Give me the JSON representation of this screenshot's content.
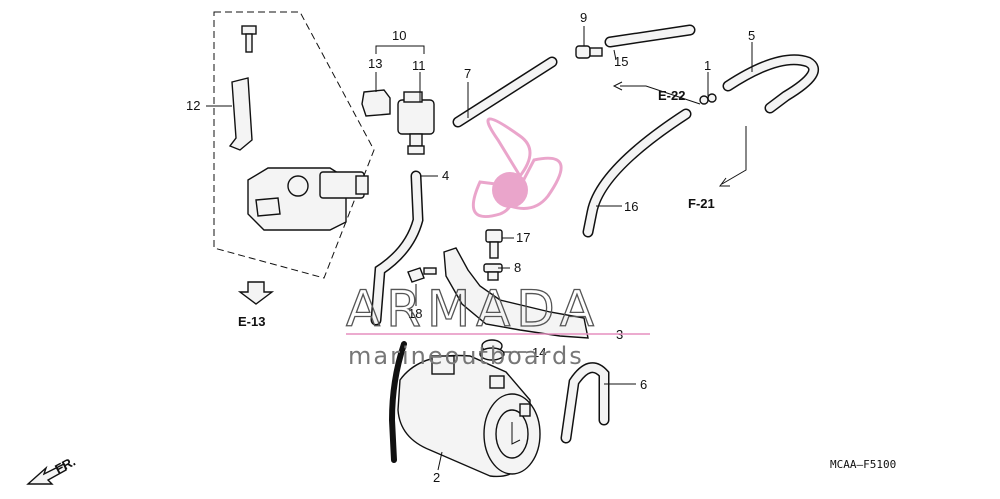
{
  "callouts": {
    "c1": "1",
    "c2": "2",
    "c3": "3",
    "c4": "4",
    "c5": "5",
    "c6": "6",
    "c7": "7",
    "c8": "8",
    "c9": "9",
    "c10": "10",
    "c11": "11",
    "c12": "12",
    "c13": "13",
    "c14": "14",
    "c15": "15",
    "c16": "16",
    "c17": "17",
    "c18": "18"
  },
  "references": {
    "e13": "E-13",
    "e22": "E-22",
    "f21": "F-21",
    "fr": "FR."
  },
  "diagram_code": "MCAA—F5100",
  "watermark": {
    "brand": "ARMADA",
    "tagline": "marineoutboards",
    "accent_color": "#e58fbf"
  }
}
